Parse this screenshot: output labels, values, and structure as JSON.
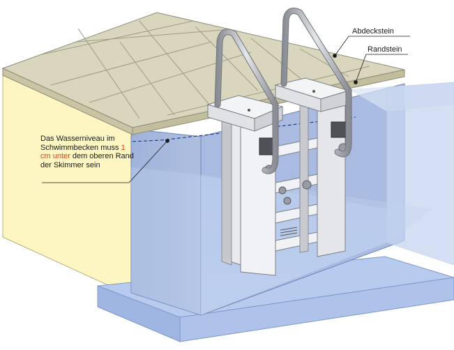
{
  "labels": {
    "abdeckstein": "Abdeckstein",
    "randstein": "Randstein"
  },
  "note": {
    "part1": "Das Wasserniveau im Schwimmbecken muss ",
    "highlight": "1 cm unter",
    "part2": " dem oberen Rand der Skimmer sein"
  },
  "colors": {
    "coping": "#d9d6bd",
    "wall": "#a7b9dc",
    "water": "#bcd0ef",
    "yellow_wall": "#fdf6c2",
    "highlight": "#e0421e",
    "waterline": "#1c2f7a"
  }
}
